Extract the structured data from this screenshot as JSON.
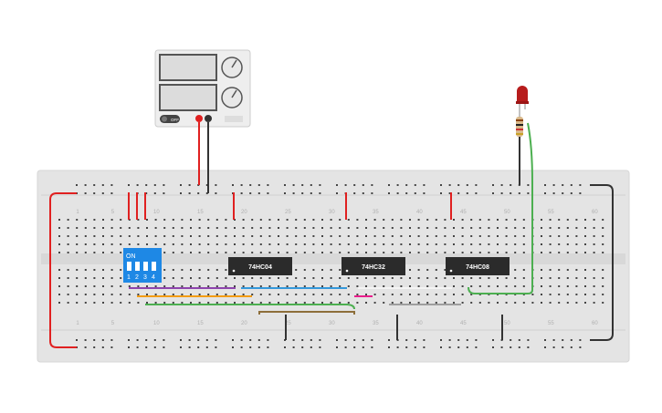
{
  "breadboard": {
    "column_numbers": [
      "1",
      "5",
      "10",
      "15",
      "20",
      "25",
      "30",
      "35",
      "40",
      "45",
      "50",
      "55",
      "60"
    ]
  },
  "chips": [
    {
      "label": "74HC04"
    },
    {
      "label": "74HC32"
    },
    {
      "label": "74HC08"
    }
  ],
  "dip_switch": {
    "on_label": "ON",
    "switch_numbers": [
      "1",
      "2",
      "3",
      "4"
    ]
  },
  "power_supply": {
    "button_label": "OFF"
  },
  "colors": {
    "board": "#e4e4e4",
    "chip": "#2b2b2b",
    "dip_switch": "#1e88e5",
    "wire_red": "#e02020",
    "wire_black": "#333333",
    "wire_purple": "#8e44ad",
    "wire_orange": "#f39c12",
    "wire_blue": "#3498db",
    "wire_pink": "#e91e8c",
    "wire_green": "#4caf50",
    "wire_brown": "#8d6e3a",
    "wire_white": "#f4f4f4",
    "wire_gray": "#9e9e9e",
    "led": "#b71c1c"
  }
}
